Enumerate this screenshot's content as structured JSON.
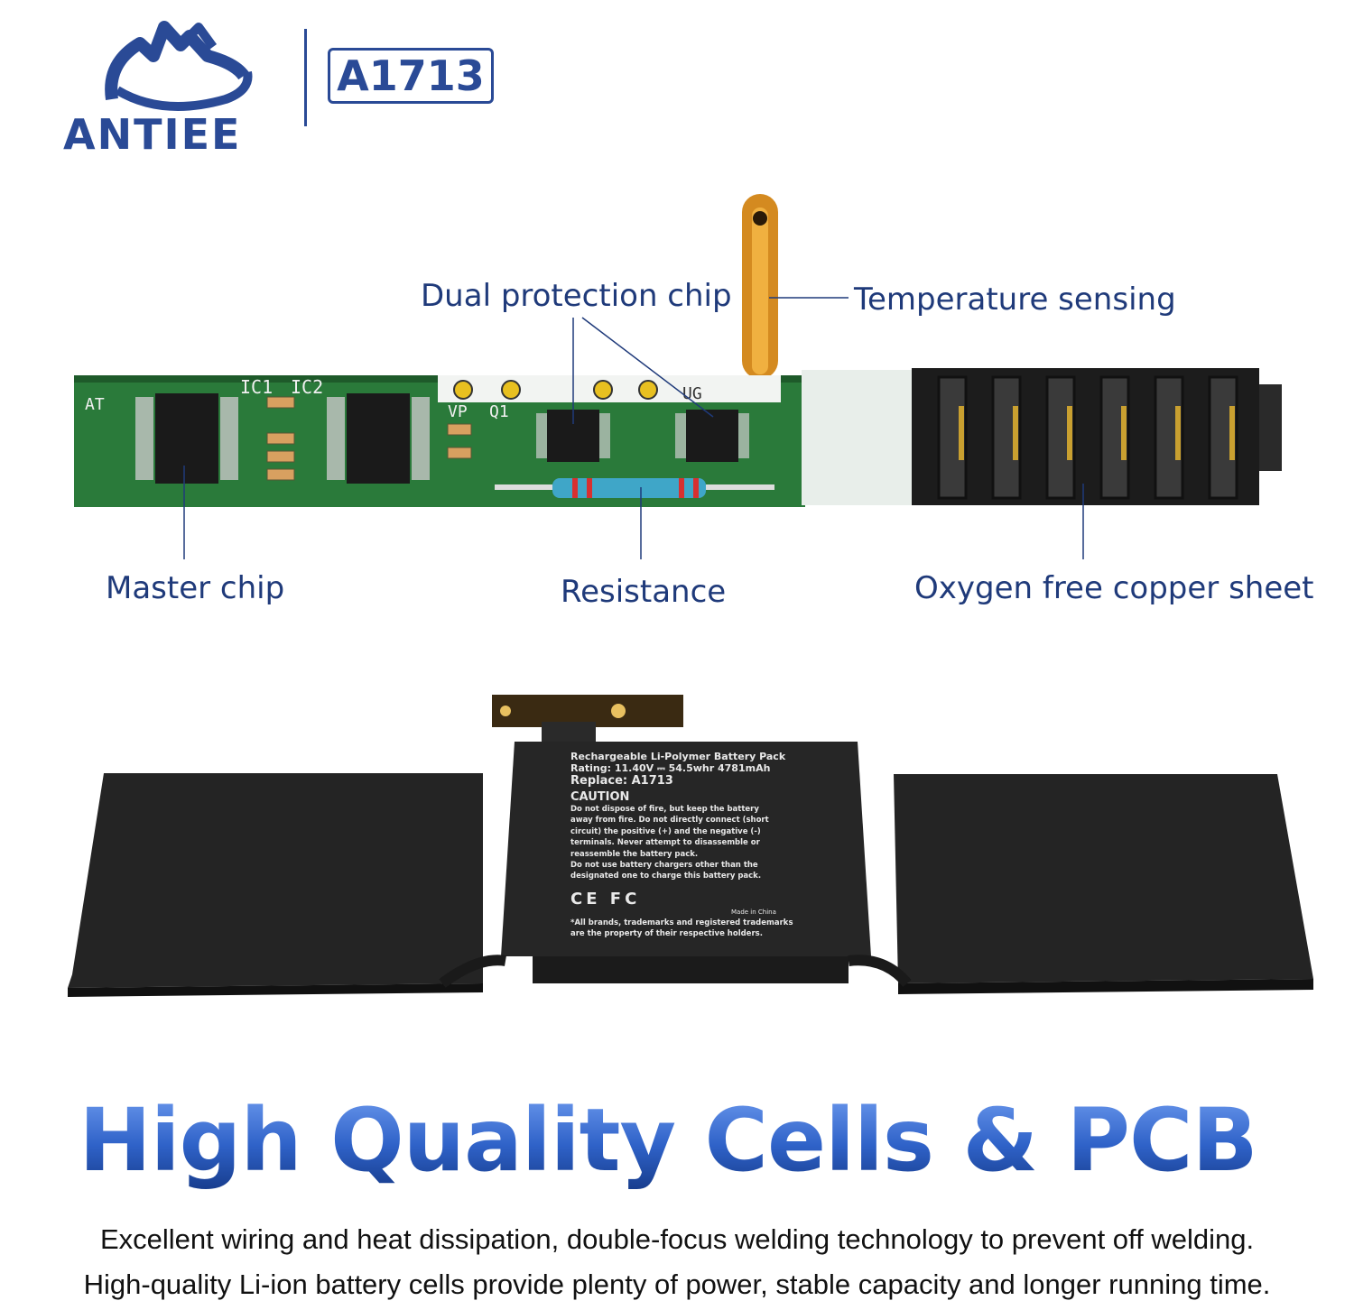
{
  "brand": {
    "name": "ANTIEE",
    "model": "A1713"
  },
  "callouts": {
    "dual_protection_chip": "Dual protection chip",
    "temperature_sensing": "Temperature sensing",
    "master_chip": "Master chip",
    "resistance": "Resistance",
    "copper_sheet": "Oxygen free copper sheet"
  },
  "pcb_silkscreen": {
    "ic1": "IC1",
    "ic2": "IC2",
    "at": "AT",
    "vp": "VP",
    "q1": "Q1",
    "ug": "UG"
  },
  "battery_label": {
    "title": "Rechargeable Li-Polymer Battery Pack",
    "rating": "Rating: 11.40V ⎓ 54.5whr 4781mAh",
    "replace": "Replace: A1713",
    "caution_heading": "CAUTION",
    "caution_lines": [
      "Do not dispose of fire, but keep the battery",
      "away from fire. Do not directly connect (short",
      "circuit) the positive (+) and the negative (-)",
      "terminals. Never attempt to disassemble or",
      "reassemble the battery pack.",
      "Do not use battery chargers other than the",
      "designated one to charge this battery pack."
    ],
    "cert_marks": "CE FC",
    "made_in": "Made in China",
    "footnote_lines": [
      "*All brands, trademarks and registered trademarks",
      "are the property of their respective holders."
    ]
  },
  "headline": "High Quality Cells & PCB",
  "description": [
    "Excellent wiring and heat dissipation, double-focus welding technology to prevent off welding.",
    "High-quality Li-ion battery cells provide plenty of power, stable capacity and longer running time."
  ]
}
